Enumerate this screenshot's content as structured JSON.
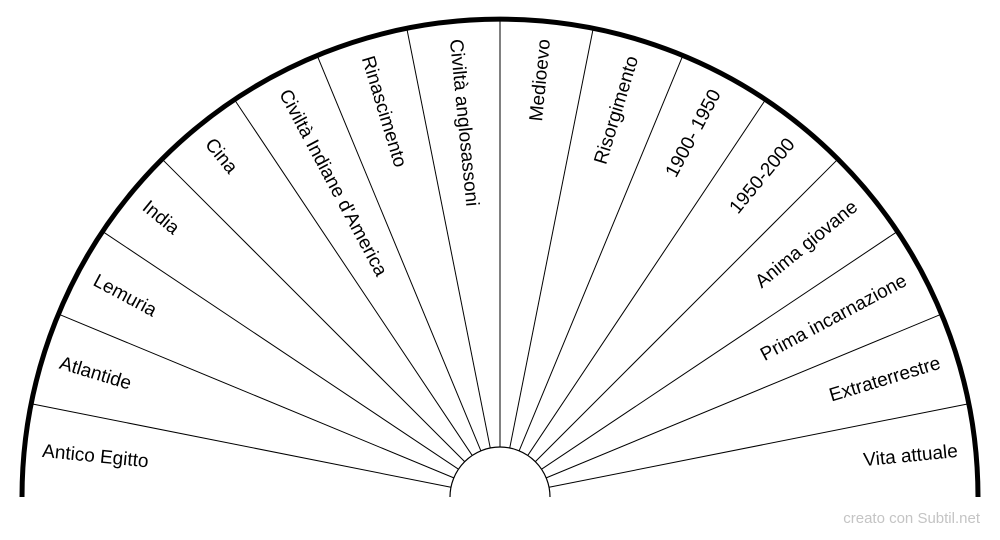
{
  "dial": {
    "sectors": [
      "Antico Egitto",
      "Atlantide",
      "Lemuria",
      "India",
      "Cina",
      "Civiltà Indiane d'America",
      "Rinascimento",
      "Civiltà anglosassoni",
      "Medioevo",
      "Risorgimento",
      "1900- 1950",
      "1950-2000",
      "Anima giovane",
      "Prima incarnazione",
      "Extraterrestre",
      "Vita attuale"
    ],
    "colors": {
      "line": "#000000",
      "background": "#ffffff"
    }
  },
  "footer": {
    "credit": "creato con Subtil.net"
  }
}
